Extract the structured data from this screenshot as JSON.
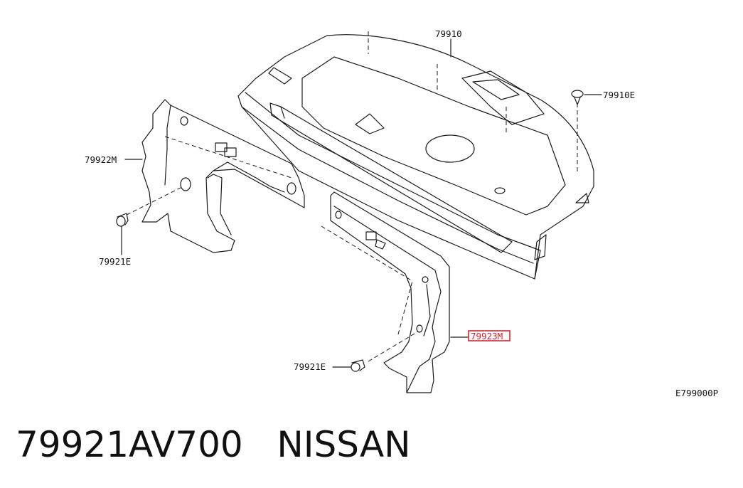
{
  "diagram": {
    "callouts": {
      "shelf": "79910",
      "clip": "79910E",
      "left_trim": "79922M",
      "left_screw": "79921E",
      "right_trim": "79923M",
      "right_screw": "79921E",
      "figure_code": "E799000P"
    },
    "highlight_color": "#e0202a"
  },
  "footer": {
    "part_number": "79921AV700",
    "brand": "NISSAN"
  }
}
